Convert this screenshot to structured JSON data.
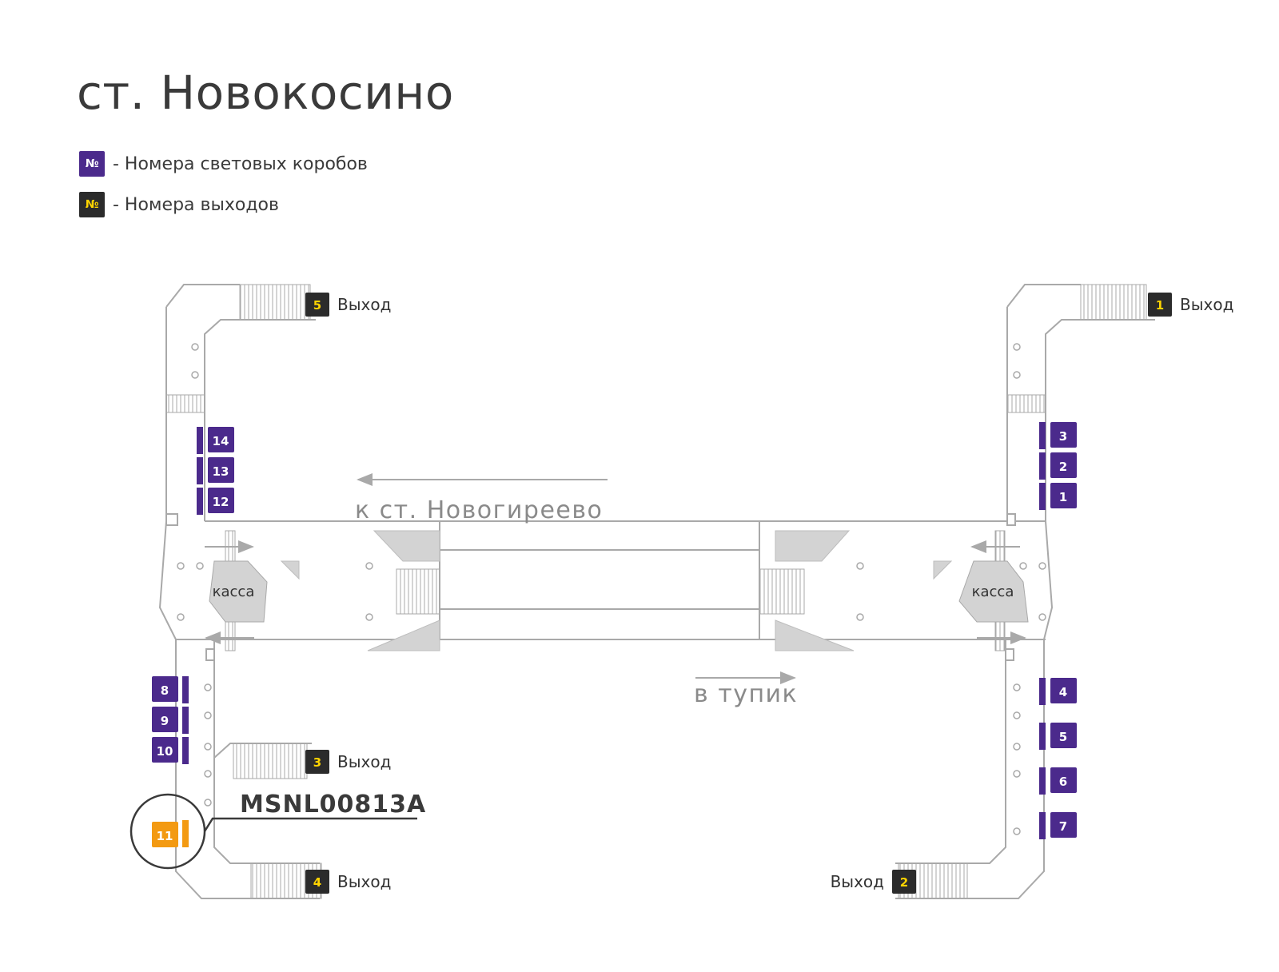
{
  "title": "ст. Новокосино",
  "legend": [
    {
      "symbol": "№",
      "text": "- Номера световых коробов",
      "kind": "lightbox"
    },
    {
      "symbol": "№",
      "text": "- Номера выходов",
      "kind": "exit"
    }
  ],
  "colors": {
    "lightbox": "#4b2a8c",
    "exit_bg": "#2b2b2b",
    "exit_fg": "#ffd400",
    "highlight": "#f39a12",
    "line": "#a9a9a9",
    "fill": "#d3d3d3"
  },
  "directions": {
    "to_novogireevo": "к ст. Новогиреево",
    "dead_end": "в тупик"
  },
  "cash": [
    "касса",
    "касса"
  ],
  "exit_label": "Выход",
  "exits": [
    "5",
    "1",
    "3",
    "4",
    "2"
  ],
  "lightboxes": [
    "14",
    "13",
    "12",
    "3",
    "2",
    "1",
    "8",
    "9",
    "10",
    "4",
    "5",
    "6",
    "7"
  ],
  "highlight": {
    "number": "11",
    "code": "MSNL00813A"
  }
}
